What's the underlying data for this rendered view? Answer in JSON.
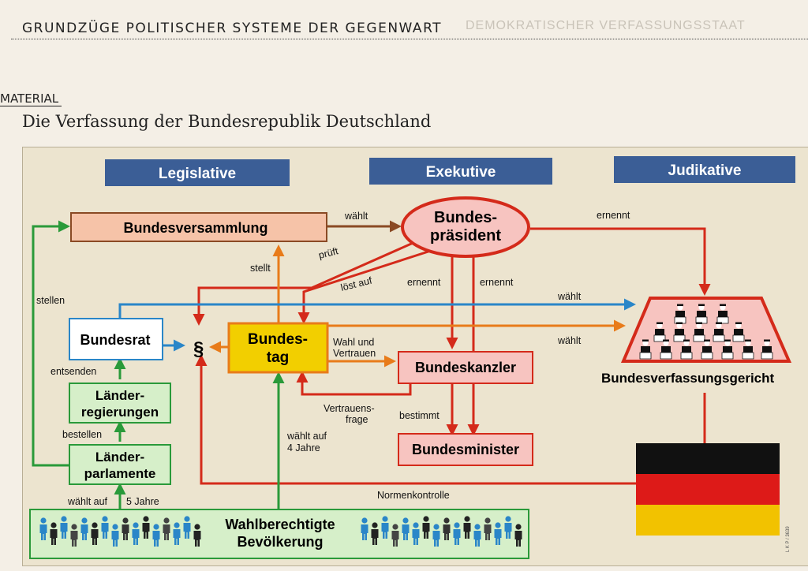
{
  "header": {
    "section": "GRUNDZÜGE POLITISCHER SYSTEME DER GEGENWART",
    "ghost": "DEMOKRATISCHER VERFASSUNGSSTAAT"
  },
  "material_label": "MATERIAL",
  "figure_title": "Die Verfassung der Bundesrepublik Deutschland",
  "branches": {
    "legislative": "Legislative",
    "executive": "Exekutive",
    "judicative": "Judikative"
  },
  "nodes": {
    "bundesversammlung": "Bundesversammlung",
    "praesident_1": "Bundes-",
    "praesident_2": "präsident",
    "bundesrat": "Bundesrat",
    "paragraph": "§",
    "bundestag_1": "Bundes-",
    "bundestag_2": "tag",
    "kanzler": "Bundeskanzler",
    "minister": "Bundesminister",
    "laenderreg_1": "Länder-",
    "laenderreg_2": "regierungen",
    "laenderparl_1": "Länder-",
    "laenderparl_2": "parlamente",
    "bevoelkerung_1": "Wahlberechtigte",
    "bevoelkerung_2": "Bevölkerung",
    "gericht": "Bundesverfassungsgericht"
  },
  "labels": {
    "waehlt_bv": "wählt",
    "ernennt_gericht": "ernennt",
    "prueft": "prüft",
    "stellt": "stellt",
    "loest_auf": "löst auf",
    "ernennt_kanzler": "ernennt",
    "ernennt_minister": "ernennt",
    "stellen": "stellen",
    "waehlt_blue": "wählt",
    "waehlt_orange": "wählt",
    "wahl_vertrauen_1": "Wahl und",
    "wahl_vertrauen_2": "Vertrauen",
    "vertrauensfrage_1": "Vertrauens-",
    "vertrauensfrage_2": "frage",
    "bestimmt": "bestimmt",
    "entsenden": "entsenden",
    "bestellen": "bestellen",
    "waehlt_auf_4_1": "wählt auf",
    "waehlt_auf_4_2": "4 Jahre",
    "waehlt_auf_5_1": "wählt auf",
    "waehlt_auf_5_2": "5 Jahre",
    "normenkontrolle": "Normenkontrolle"
  },
  "colors": {
    "legislative": "#e87b1a",
    "executive": "#d42a1a",
    "voters": "#2a9a3a",
    "bundesrat": "#2a86c8",
    "brown": "#8a4a24",
    "flag_black": "#111111",
    "flag_red": "#dd1a18",
    "flag_gold": "#f2c200"
  },
  "credit": "L K P / 3639"
}
